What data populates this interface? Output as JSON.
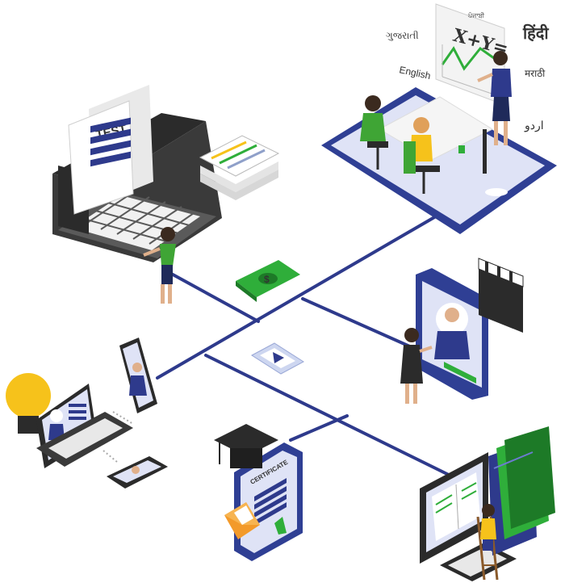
{
  "laptop_test": {
    "label": "TEST"
  },
  "board": {
    "equation": "X+Y="
  },
  "languages": {
    "hindi": "हिंदी",
    "english": "English",
    "gujarati": "ગુજરાતી",
    "marathi": "मराठी",
    "urdu": "اردو",
    "top_small": "ਪੰਜਾਬੀ"
  },
  "certificate": {
    "label": "CERTIFICATE"
  },
  "colors": {
    "navy": "#2e3a8c",
    "dark": "#2b2b2b",
    "green": "#3fa535",
    "tablet_blue": "#2f3f94",
    "screen": "#dfe3f6",
    "bulb": "#f6c21b",
    "money": "#2fae3a"
  }
}
